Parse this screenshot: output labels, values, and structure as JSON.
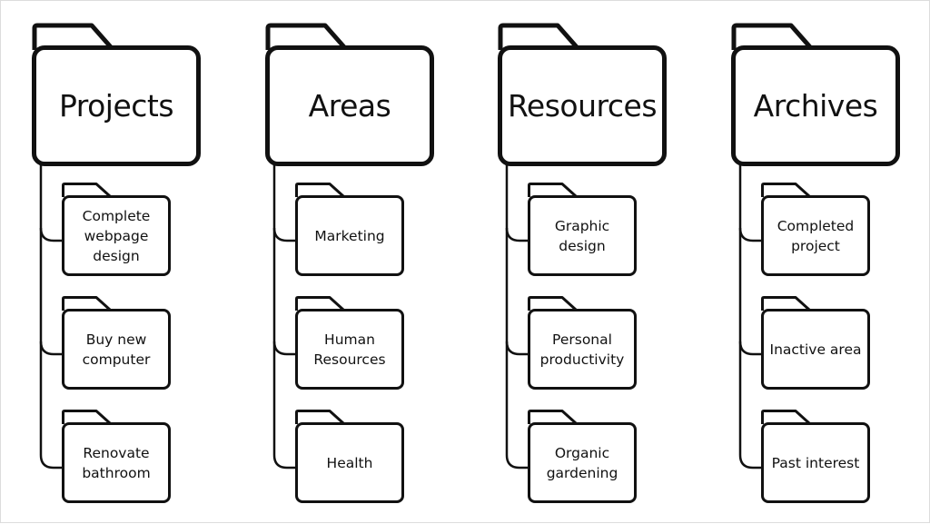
{
  "colors": {
    "stroke": "#111111",
    "background": "#ffffff"
  },
  "categories": [
    {
      "name": "Projects",
      "items": [
        "Complete webpage design",
        "Buy new computer",
        "Renovate bathroom"
      ]
    },
    {
      "name": "Areas",
      "items": [
        "Marketing",
        "Human Resources",
        "Health"
      ]
    },
    {
      "name": "Resources",
      "items": [
        "Graphic design",
        "Personal productivity",
        "Organic gardening"
      ]
    },
    {
      "name": "Archives",
      "items": [
        "Completed project",
        "Inactive area",
        "Past interest"
      ]
    }
  ]
}
